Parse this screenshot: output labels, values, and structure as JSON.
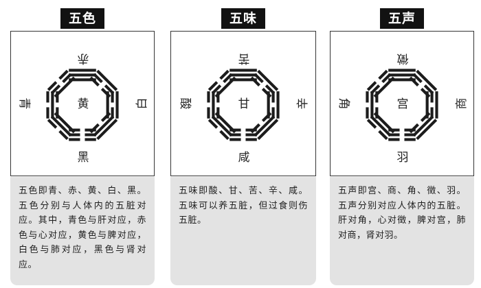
{
  "panels": [
    {
      "title": "五色",
      "labels": {
        "top": "赤",
        "right": "白",
        "bottom": "黑",
        "left": "青",
        "center": "黄"
      },
      "text": "五色即青、赤、黄、白、黑。五色分别与人体内的五脏对应。其中，青色与肝对应，赤色与心对应，黄色与脾对应，白色与肺对应，黑色与肾对应。"
    },
    {
      "title": "五味",
      "labels": {
        "top": "苦",
        "right": "辛",
        "bottom": "咸",
        "left": "酸",
        "center": "甘"
      },
      "text": "五味即酸、甘、苦、辛、咸。五味可以养五脏，但过食则伤五脏。"
    },
    {
      "title": "五声",
      "labels": {
        "top": "徵",
        "right": "商",
        "bottom": "羽",
        "left": "角",
        "center": "宫"
      },
      "text": "五声即宫、商、角、徵、羽。五声分别对应人体内的五脏。肝对角，心对徵，脾对宫，肺对商，肾对羽。"
    }
  ]
}
